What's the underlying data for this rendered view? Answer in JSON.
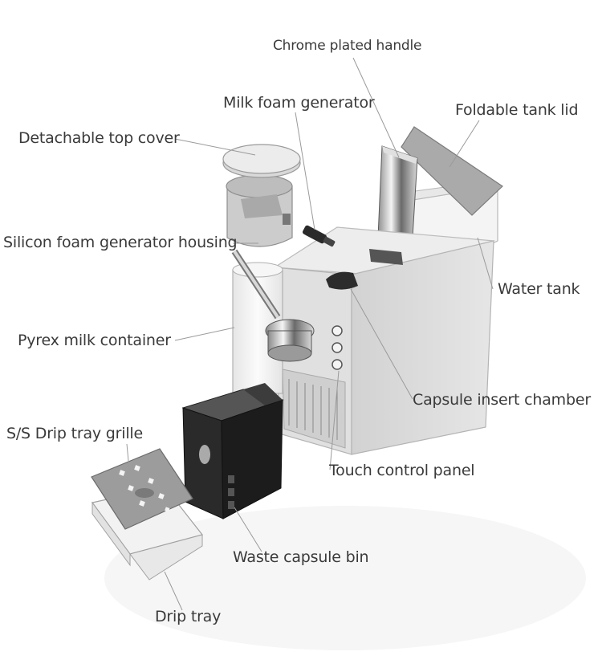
{
  "labels": {
    "chrome_handle": "Chrome plated handle",
    "milk_foam_generator": "Milk foam generator",
    "foldable_tank_lid": "Foldable tank lid",
    "detachable_top_cover": "Detachable top cover",
    "silicon_housing": "Silicon foam generator housing",
    "water_tank": "Water tank",
    "pyrex_container": "Pyrex milk container",
    "capsule_chamber": "Capsule insert chamber",
    "drip_tray_grille": "S/S Drip tray grille",
    "touch_panel": "Touch control panel",
    "waste_bin": "Waste capsule bin",
    "drip_tray": "Drip tray"
  },
  "colors": {
    "label_text": "#3a3a3a",
    "leader_line": "#9a9a9a",
    "machine_body": "#dcdcdc",
    "bin": "#2a2a2a"
  }
}
